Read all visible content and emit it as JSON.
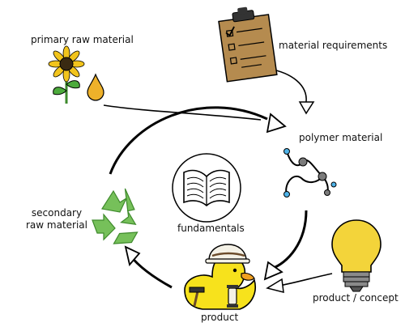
{
  "labels": {
    "primary_raw_material": "primary raw material",
    "material_requirements": "material requirements",
    "polymer_material": "polymer material",
    "fundamentals": "fundamentals",
    "secondary_raw_material_line1": "secondary",
    "secondary_raw_material_line2": "raw material",
    "product": "product",
    "product_concept": "product / concept"
  },
  "colors": {
    "sunflower_petal": "#f2c41c",
    "sunflower_center": "#3a2a12",
    "leaf_green": "#4caa3c",
    "oil_drop": "#eeb12a",
    "clipboard": "#b58b4f",
    "polymer_blue": "#4fb3e8",
    "polymer_gray": "#7b7b7b",
    "recycle_green": "#76c05a",
    "duck_yellow": "#f7e21c",
    "duck_beak": "#f0a020",
    "bulb_yellow": "#f3d43a",
    "bulb_base": "#8a8a8a"
  },
  "icons": [
    "sunflower-icon",
    "oil-drop-icon",
    "clipboard-icon",
    "polymer-chain-icon",
    "book-icon",
    "recycle-icon",
    "rubber-duck-icon",
    "lightbulb-icon"
  ]
}
